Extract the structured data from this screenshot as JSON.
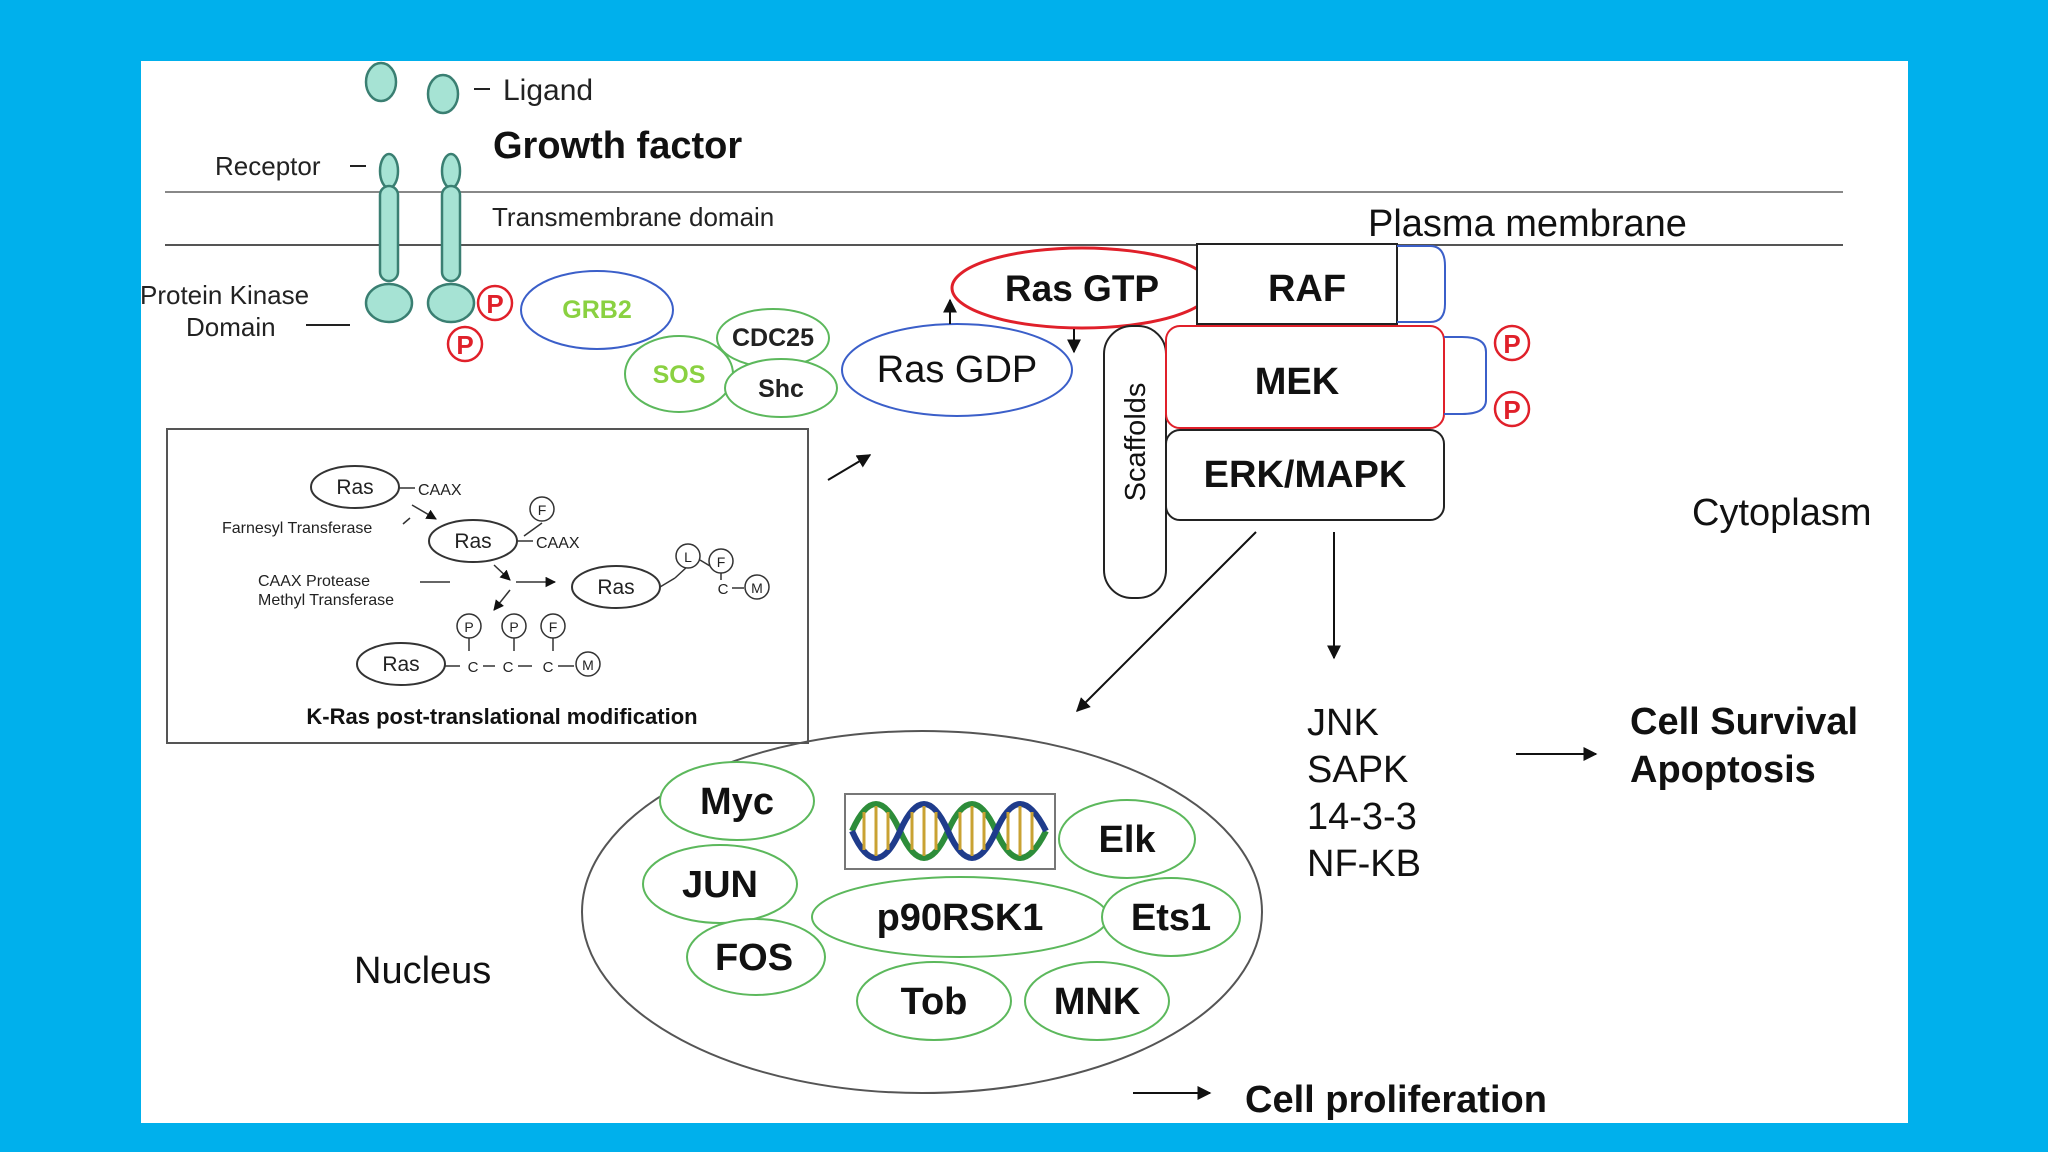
{
  "colors": {
    "background": "#00b0ec",
    "slide": "#ffffff",
    "teal_fill": "#a6e3d4",
    "teal_stroke": "#3a7f72",
    "phospho_red": "#e0202a",
    "ring_green": "#5cb85c",
    "ring_blue": "#3b5fc9",
    "label_green": "#8ad141"
  },
  "receptor": {
    "ligand_label": "Ligand",
    "growth_factor": "Growth factor",
    "receptor_label": "Receptor",
    "transmembrane": "Transmembrane domain",
    "plasma_membrane": "Plasma membrane",
    "kinase_line1": "Protein Kinase",
    "kinase_line2": "Domain",
    "p": "P"
  },
  "adaptors": {
    "grb2": "GRB2",
    "cdc25": "CDC25",
    "sos": "SOS",
    "shc": "Shc"
  },
  "ras": {
    "gtp": "Ras GTP",
    "gdp": "Ras GDP"
  },
  "cascade": {
    "raf": "RAF",
    "mek": "MEK",
    "erk": "ERK/MAPK",
    "scaffolds": "Scaffolds"
  },
  "cytoplasm": "Cytoplasm",
  "inset": {
    "title": "K-Ras post-translational modification",
    "ras": "Ras",
    "caax": "CAAX",
    "farnesyl": "Farnesyl Transferase",
    "protease_line1": "CAAX Protease",
    "protease_line2": "Methyl Transferase",
    "f": "F",
    "l": "L",
    "m": "M",
    "p": "P",
    "c": "C"
  },
  "targets": [
    "JNK",
    "SAPK",
    "14-3-3",
    "NF-KB"
  ],
  "outcomes": {
    "survival": "Cell Survival",
    "apoptosis": "Apoptosis",
    "proliferation": "Cell proliferation"
  },
  "nucleus": {
    "label": "Nucleus",
    "factors": {
      "myc": "Myc",
      "jun": "JUN",
      "fos": "FOS",
      "p90": "p90RSK1",
      "elk": "Elk",
      "ets1": "Ets1",
      "tob": "Tob",
      "mnk": "MNK"
    }
  }
}
